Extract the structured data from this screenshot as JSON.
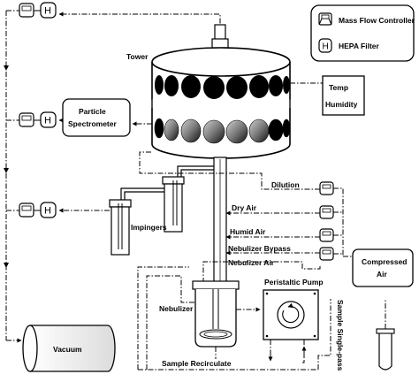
{
  "legend": {
    "mfc_label": "Mass Flow Controller",
    "hepa_label": "HEPA Filter",
    "hepa_symbol": "H"
  },
  "labels": {
    "tower": "Tower",
    "temp": "Temp",
    "humidity": "Humidity",
    "particle_line1": "Particle",
    "particle_line2": "Spectrometer",
    "dilution": "Dilution",
    "dry_air": "Dry Air",
    "humid_air": "Humid Air",
    "nebulizer_bypass": "Nebulizer Bypass",
    "nebulizer_air": "Nebulizer Air",
    "compressed_line1": "Compressed",
    "compressed_line2": "Air",
    "impingers": "Impingers",
    "peristaltic_pump": "Peristaltic Pump",
    "nebulizer": "Nebulizer",
    "sample_single_pass": "Sample Single-pass",
    "vacuum": "Vacuum",
    "sample_recirculate": "Sample Recirculate"
  },
  "colors": {
    "stroke": "#000000",
    "window_top": "#000000",
    "window_bottom_dark": "#111111",
    "window_bottom_light": "#9a9a9a",
    "background": "#ffffff"
  },
  "icons": {
    "mfc": "mass-flow-controller-icon",
    "hepa": "hepa-filter-icon",
    "arrow": "arrowhead-icon"
  }
}
